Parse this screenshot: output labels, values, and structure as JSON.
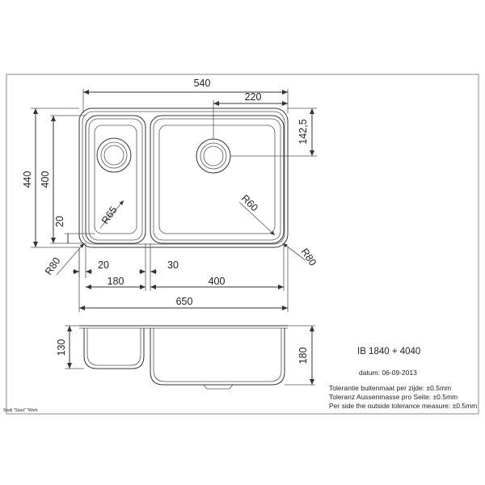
{
  "drawing": {
    "dimensions": {
      "overall_top": "540",
      "right_to_drain": "220",
      "drain_offset": "142,5",
      "height_outer": "440",
      "height_inner": "400",
      "small_offset": "20",
      "radius_small_bowl": "R65",
      "radius_large_bowl": "R60",
      "radius_corner_left": "R80",
      "radius_corner_right": "R80",
      "bottom_gap_left": "20",
      "bottom_gap_mid": "30",
      "small_bowl_width": "180",
      "large_bowl_width": "400",
      "overall_width": "650",
      "small_bowl_depth": "130",
      "large_bowl_depth": "180"
    },
    "product_code": "IB 1840 + 4040",
    "date_text": "datum: 06-09-2013",
    "tolerance_lines": [
      "Tolerantie buitenmaat per zijde: ±0.5mm",
      "Toleranz Aussenmasse pro Seite: ±0.5mm",
      "Per side the outside tolerance measure: ±0.5mm"
    ],
    "footer_note": "Studi \"Siaut\" \"Work"
  }
}
